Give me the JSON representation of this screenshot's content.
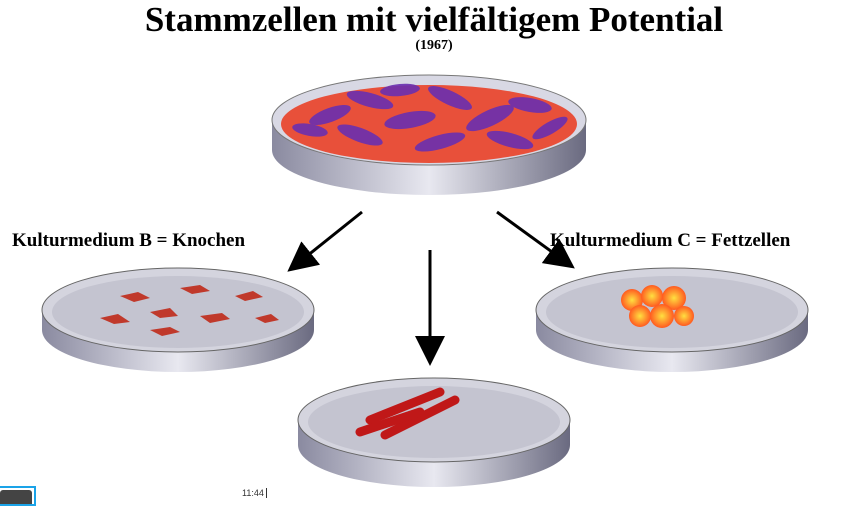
{
  "title": "Stammzellen mit vielfältigem Potential",
  "year": "(1967)",
  "labels": {
    "left": "Kulturmedium B = Knochen",
    "right": "Kulturmedium C = Fettzellen"
  },
  "taskbar": {
    "time": "11:44"
  },
  "colors": {
    "stem_cells": "#6a2fb0",
    "medium": "#e8503a",
    "bone": "#c0392b",
    "fat": "#ffcc00",
    "muscle": "#c01818"
  }
}
